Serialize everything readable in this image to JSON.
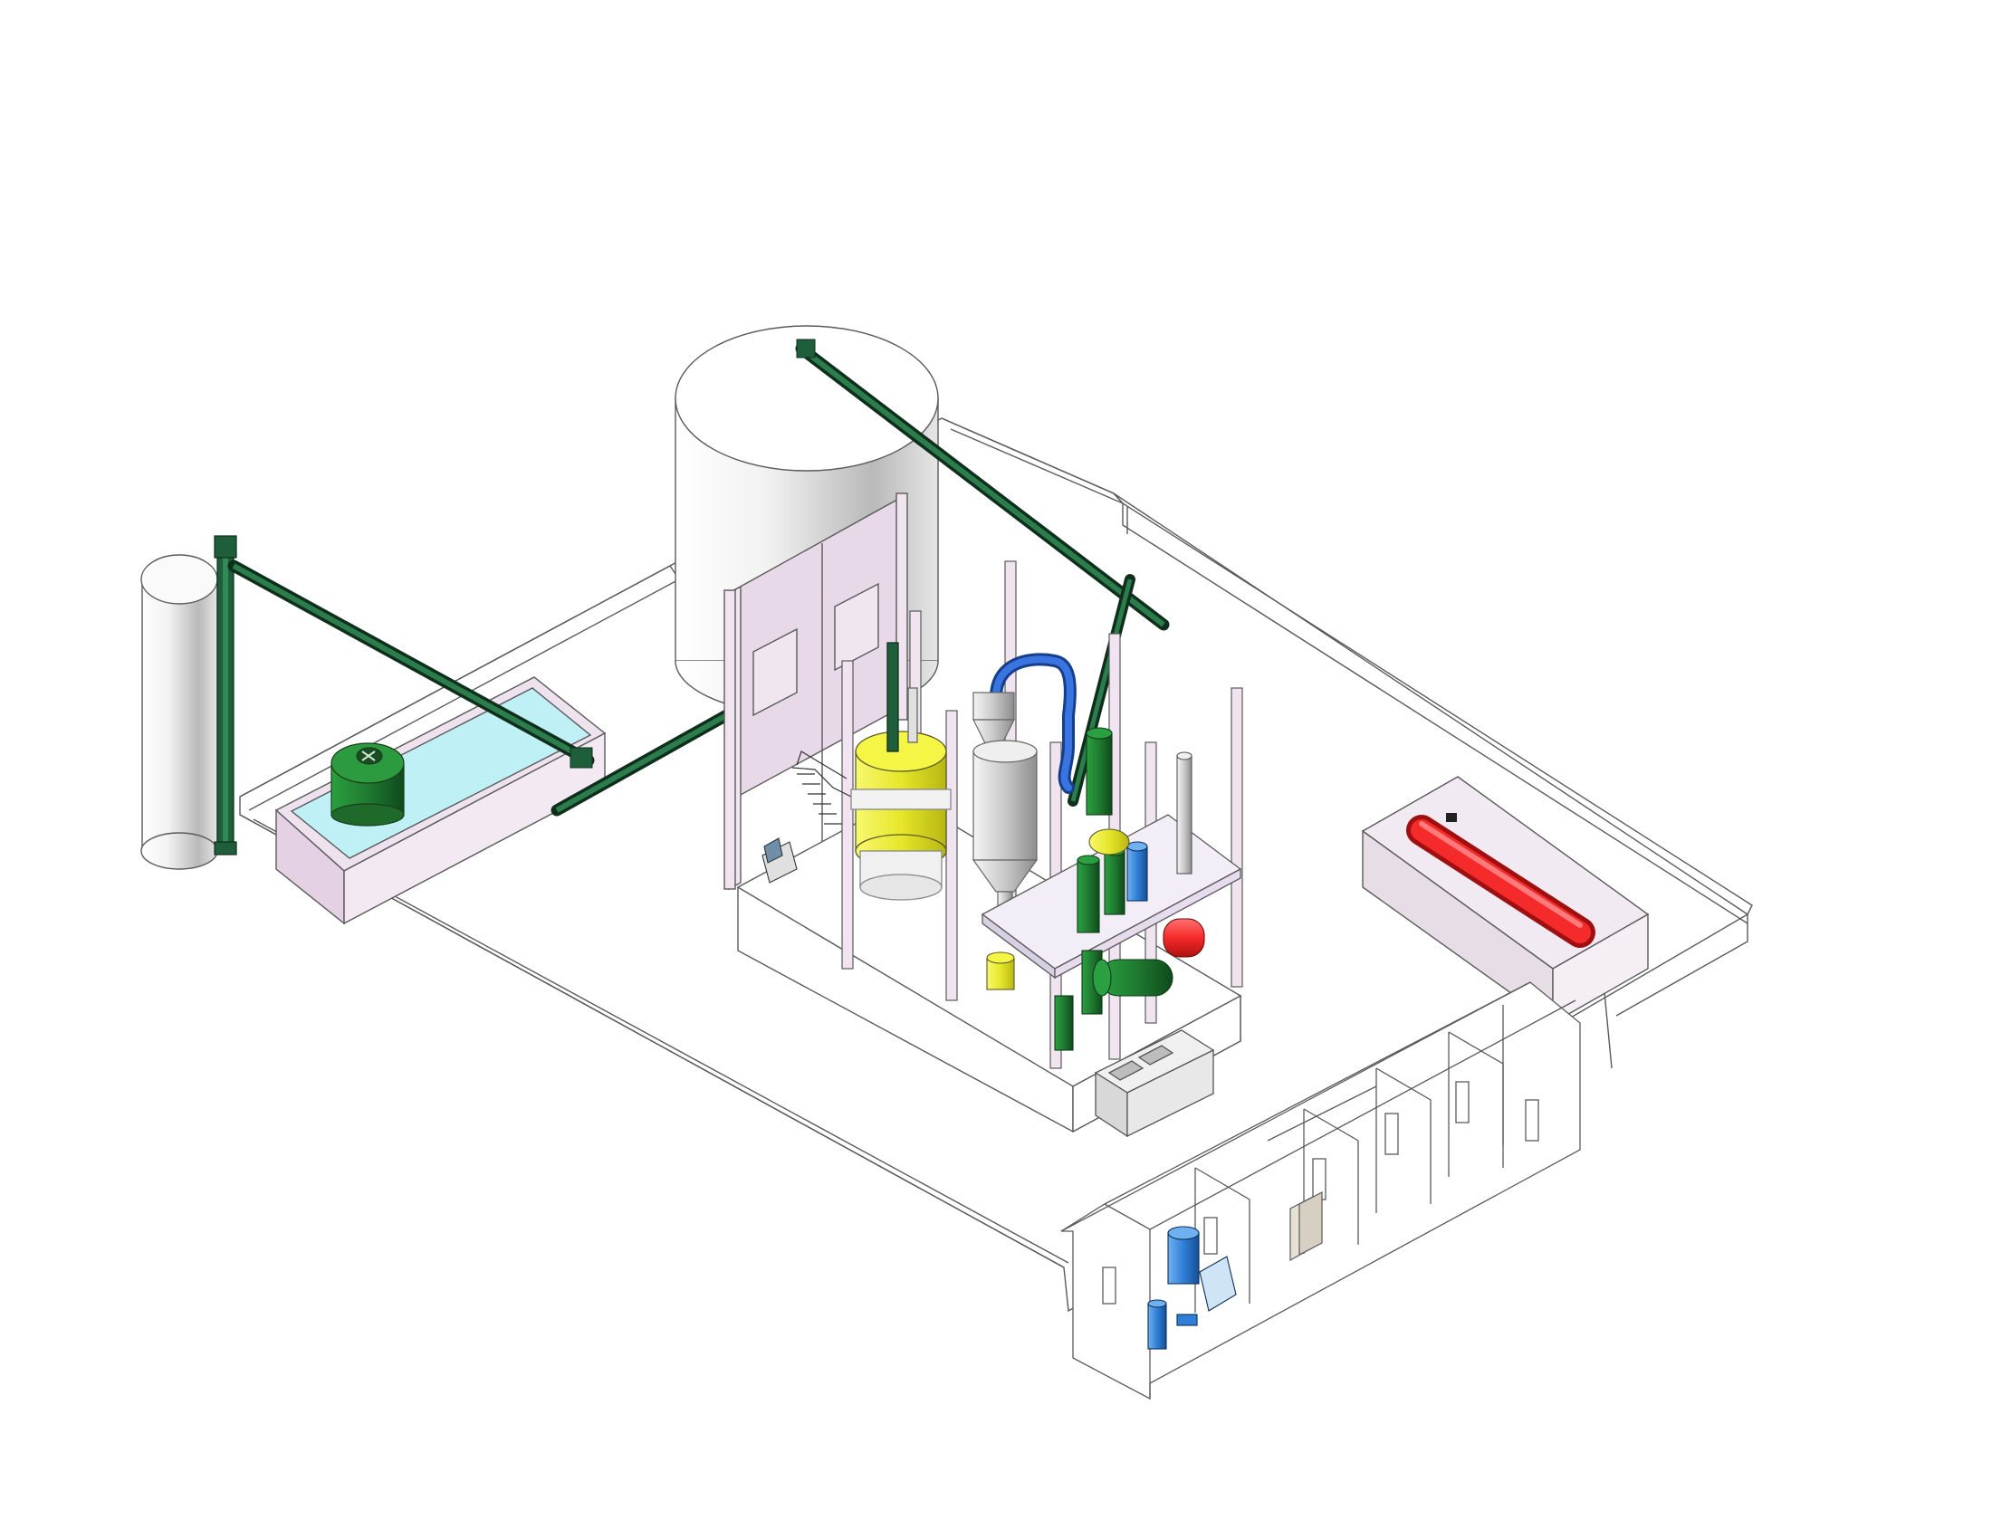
{
  "colors": {
    "background": "#ffffff",
    "outline": "#5a5a5a",
    "wall_fill": "#e7d9e7",
    "wall_fill_dark": "#cfbccf",
    "slab_fill": "#f4eef4",
    "water": "#bff0f5",
    "conveyor_green": "#1e5e3a",
    "tank_green": "#1f7a30",
    "reactor_yellow": "#eaea2a",
    "tank_red": "#f52a2a",
    "pipe_blue": "#2a5fd0",
    "equipment_blue": "#2f7fd8",
    "silo_grey": "#dcdcdc"
  },
  "components": [
    "left-silo",
    "large-silo",
    "water-pool",
    "green-storage-tank",
    "bucket-elevator",
    "screw-conveyor-left",
    "screw-conveyor-top",
    "inclined-conveyor",
    "process-building-wall",
    "yellow-reactor",
    "cyclone-separator",
    "blue-duct",
    "red-fuel-tank",
    "red-tank-pit",
    "utility-building",
    "blue-compressor",
    "control-cabinet",
    "condensate-tank-box",
    "control-console",
    "staircase"
  ]
}
